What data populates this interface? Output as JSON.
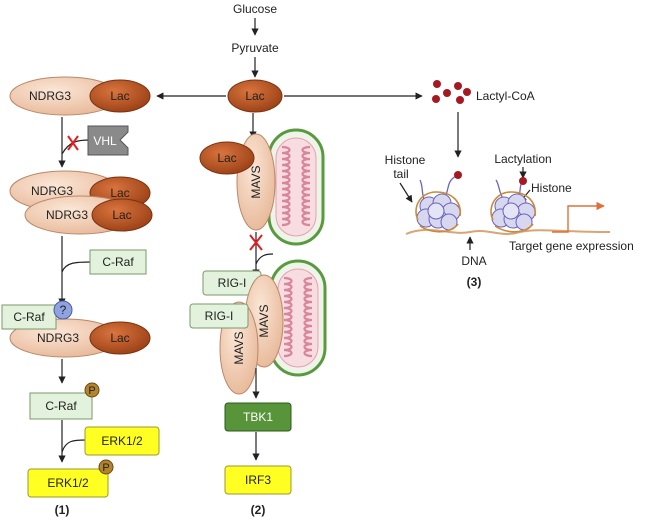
{
  "labels": {
    "glucose": "Glucose",
    "pyruvate": "Pyruvate",
    "lac": "Lac",
    "lactyl_coa": "Lactyl-CoA",
    "ndrg3": "NDRG3",
    "vhl": "VHL",
    "craf": "C-Raf",
    "question": "?",
    "phospho": "P",
    "erk": "ERK1/2",
    "mavs": "MAVS",
    "rigi": "RIG-I",
    "tbk1": "TBK1",
    "irf3": "IRF3",
    "histone_tail": [
      "Histone",
      "tail"
    ],
    "lactylation": "Lactylation",
    "histone": "Histone",
    "dna": "DNA",
    "target_gene": "Target gene expression"
  },
  "panels": [
    "(1)",
    "(2)",
    "(3)"
  ],
  "colors": {
    "lac": "#b5501f",
    "ndrg3": "#f2cfb5",
    "mavs": "#f2cfb5",
    "vhl": "#8a8a8a",
    "craf": "#e3f2dc",
    "rigi": "#e3f2dc",
    "tbk1": "#58943a",
    "erk": "#ffff22",
    "irf3": "#ffff22",
    "question": "#8fa3e0",
    "phospho": "#b4842c",
    "inhibit": "#e02020",
    "lactyl_dot": "#a51a22",
    "dna": "#d9a574",
    "histone": "#d7d8f0",
    "arrow_orange": "#e0703a",
    "mito_outer": "#5a9a3e",
    "mito_inner": "#f2b7c2"
  }
}
